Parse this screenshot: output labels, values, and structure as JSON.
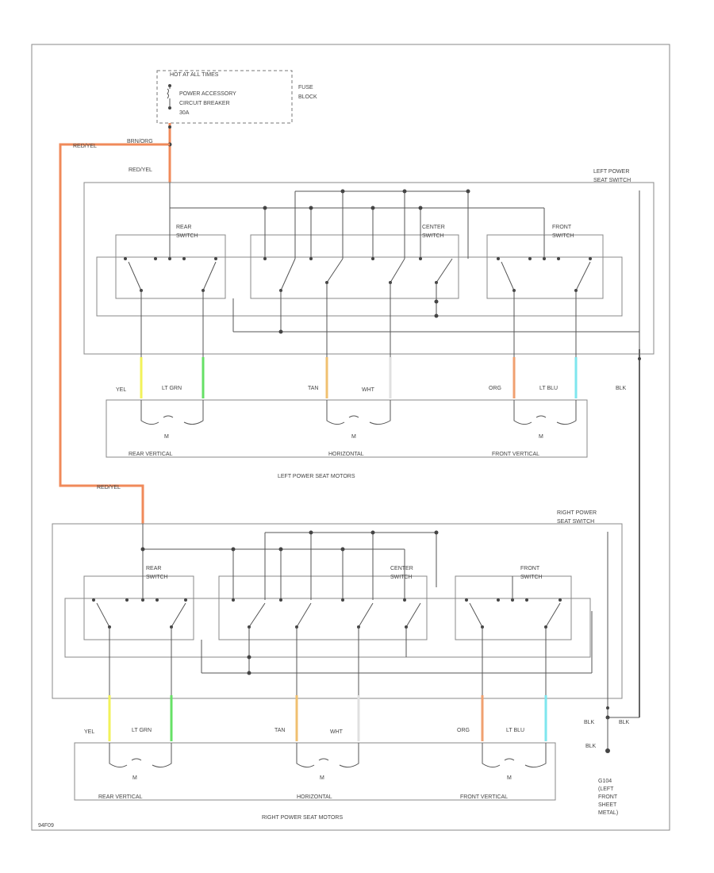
{
  "fuse_block": {
    "hot_label": "HOT AT ALL TIMES",
    "breaker_line1": "POWER ACCESSORY",
    "breaker_line2": "CIRCUIT BREAKER",
    "breaker_line3": "30A",
    "block_line1": "FUSE",
    "block_line2": "BLOCK"
  },
  "wires": {
    "brn_org": "BRN/ORG",
    "red_yel_top": "RED/YEL",
    "red_yel_mid": "RED/YEL",
    "red_yel_low": "RED/YEL",
    "blk_left": "BLK",
    "blk_right_1": "BLK",
    "blk_right_2": "BLK",
    "colors": {
      "red_yel": "#f08a5a",
      "yel": "#f2f25a",
      "lt_grn": "#66e066",
      "tan": "#f0c070",
      "wht": "#e0e0e0",
      "org": "#f0a070",
      "lt_blu": "#7ee6ee"
    }
  },
  "left_switch": {
    "title_line1": "LEFT POWER",
    "title_line2": "SEAT SWITCH",
    "rear_line1": "REAR",
    "rear_line2": "SWITCH",
    "center_line1": "CENTER",
    "center_line2": "SWITCH",
    "front_line1": "FRONT",
    "front_line2": "SWITCH"
  },
  "left_motors": {
    "wire_yel": "YEL",
    "wire_lt_grn": "LT GRN",
    "wire_tan": "TAN",
    "wire_wht": "WHT",
    "wire_org": "ORG",
    "wire_lt_blu": "LT BLU",
    "m_rear": "M",
    "m_horiz": "M",
    "m_front": "M",
    "rear_label": "REAR VERTICAL",
    "horiz_label": "HORIZONTAL",
    "front_label": "FRONT VERTICAL",
    "title": "LEFT POWER SEAT MOTORS"
  },
  "right_switch": {
    "title_line1": "RIGHT POWER",
    "title_line2": "SEAT SWITCH",
    "rear_line1": "REAR",
    "rear_line2": "SWITCH",
    "center_line1": "CENTER",
    "center_line2": "SWITCH",
    "front_line1": "FRONT",
    "front_line2": "SWITCH"
  },
  "right_motors": {
    "wire_yel": "YEL",
    "wire_lt_grn": "LT GRN",
    "wire_tan": "TAN",
    "wire_wht": "WHT",
    "wire_org": "ORG",
    "wire_lt_blu": "LT BLU",
    "m_rear": "M",
    "m_horiz": "M",
    "m_front": "M",
    "rear_label": "REAR VERTICAL",
    "horiz_label": "HORIZONTAL",
    "front_label": "FRONT VERTICAL",
    "title": "RIGHT POWER SEAT MOTORS"
  },
  "ground": {
    "line1": "G104",
    "line2": "(LEFT",
    "line3": "FRONT",
    "line4": "SHEET",
    "line5": "METAL)"
  },
  "footer": {
    "code": "94F09"
  }
}
